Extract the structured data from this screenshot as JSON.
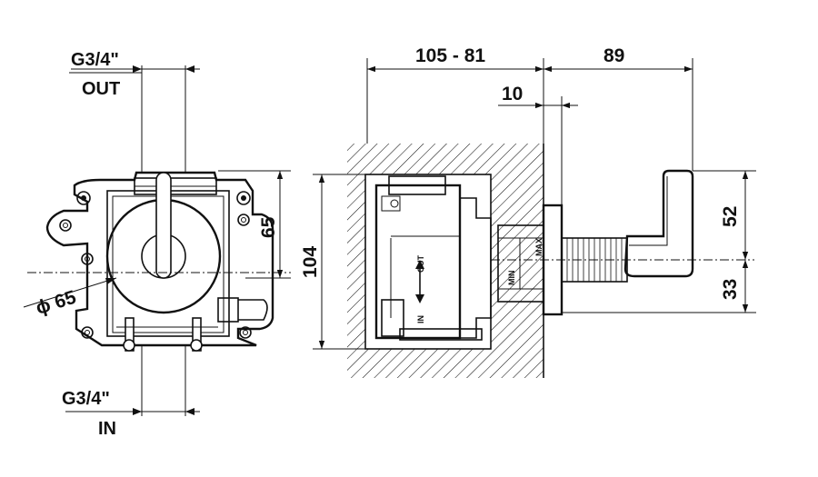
{
  "labels": {
    "out_thread": "G3/4\"",
    "out": "OUT",
    "in_thread": "G3/4\"",
    "in": "IN",
    "diameter": "ϕ 65",
    "height_65": "65",
    "height_104": "104",
    "depth_range": "105 - 81",
    "projection": "89",
    "plate": "10",
    "lever_52": "52",
    "lever_33": "33",
    "body_out": "OUT",
    "body_in": "IN",
    "max": "MAX",
    "min": "MIN"
  },
  "colors": {
    "line": "#111111",
    "background": "#ffffff"
  }
}
